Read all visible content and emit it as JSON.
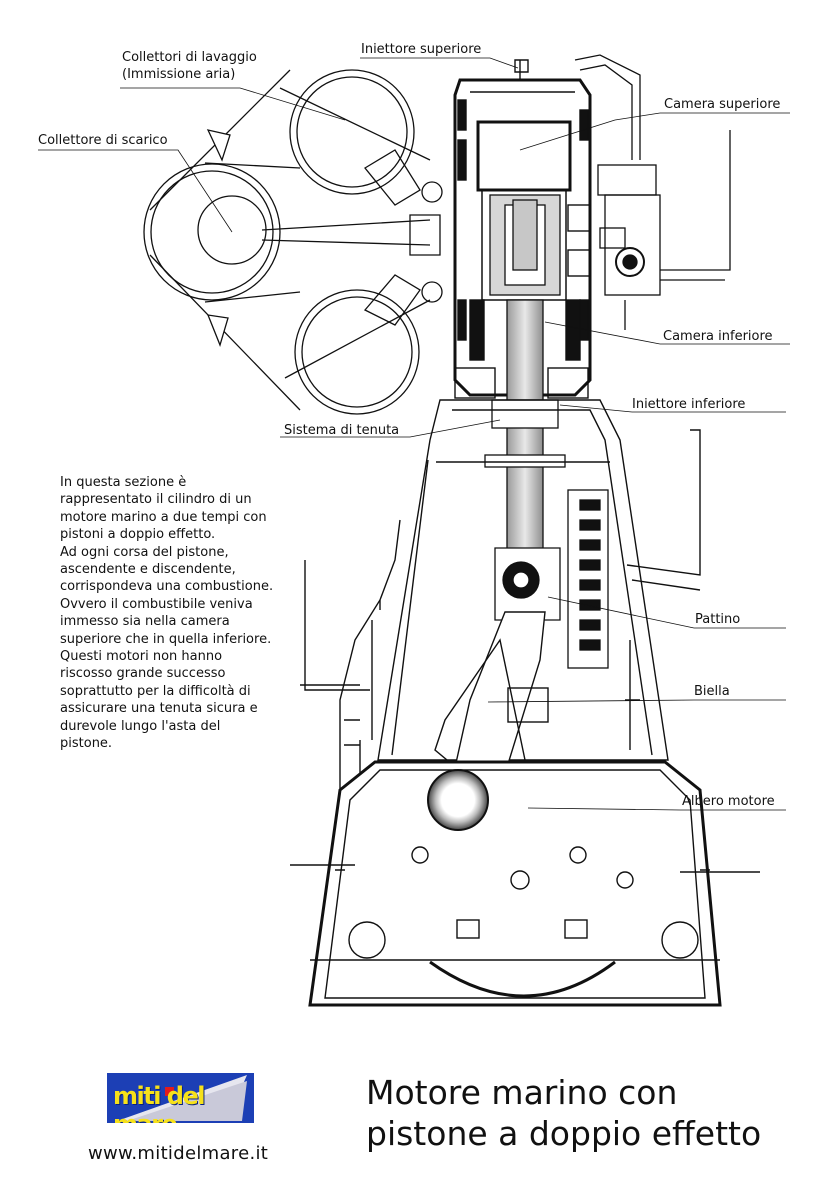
{
  "labels": {
    "collettori_lavaggio_1": "Collettori di lavaggio",
    "collettori_lavaggio_2": "(Immissione aria)",
    "collettore_scarico": "Collettore di scarico",
    "iniettore_superiore": "Iniettore superiore",
    "camera_superiore": "Camera superiore",
    "camera_inferiore": "Camera inferiore",
    "iniettore_inferiore": "Iniettore inferiore",
    "sistema_tenuta": "Sistema di tenuta",
    "pattino": "Pattino",
    "biella": "Biella",
    "albero_motore": "Albero motore"
  },
  "description": [
    "In questa sezione è rappresentato il cilindro di un motore marino a due tempi con pistoni a doppio effetto.",
    "Ad ogni corsa del pistone, ascendente e discendente, corrispondeva una combustione. Ovvero il combustibile veniva immesso sia nella camera superiore che in quella inferiore.",
    "Questi motori non hanno riscosso grande successo soprattutto per la difficoltà di assicurare una tenuta sicura e durevole lungo l'asta del pistone."
  ],
  "logo": {
    "text": "miti del mare",
    "bg_color": "#1c3fb5",
    "text_color": "#f6e11a"
  },
  "website": "www.mitidelmare.it",
  "title": {
    "line1": "Motore marino con",
    "line2": "pistone a doppio effetto"
  }
}
